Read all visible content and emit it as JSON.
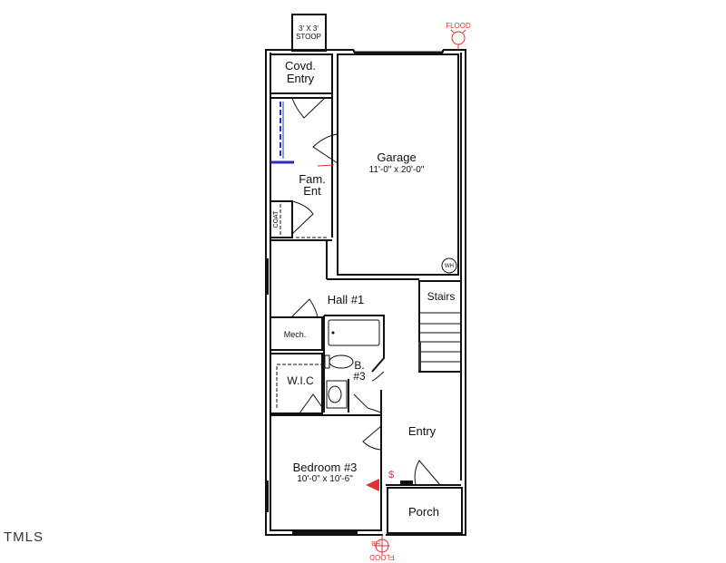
{
  "rooms": {
    "stoop": {
      "line1": "3' X 3'",
      "line2": "STOOP"
    },
    "covd_entry": {
      "line1": "Covd.",
      "line2": "Entry"
    },
    "fam_ent": {
      "line1": "Fam.",
      "line2": "Ent"
    },
    "garage": {
      "name": "Garage",
      "dims": "11'-0\" x 20'-0\""
    },
    "coat": "COAT",
    "water_heater": "WH",
    "hall": "Hall #1",
    "stairs": "Stairs",
    "mech": "Mech.",
    "bath": {
      "line1": "B.",
      "line2": "#3"
    },
    "wic": "W.I.C",
    "entry": "Entry",
    "bedroom": {
      "name": "Bedroom #3",
      "dims": "10'-0\" x 10'-6\""
    },
    "porch": "Porch"
  },
  "annotations": {
    "flood_top": "FLOOD",
    "flood_bottom": "FLOOD",
    "hose_bib": "HB",
    "switch": "$"
  },
  "watermark": "TMLS",
  "colors": {
    "walls": "#111111",
    "annotations": "#e03030",
    "shelving": "#2a2ad0"
  }
}
